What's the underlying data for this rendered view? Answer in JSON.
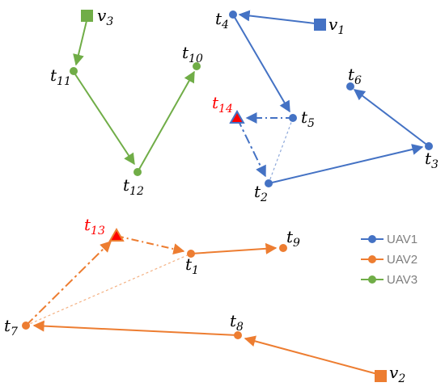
{
  "colors": {
    "uav1": "#4472C4",
    "uav2": "#ED7D31",
    "uav3": "#70AD47",
    "inserted": "#FF0000",
    "label": "#000000",
    "legend_text": "#7F7F7F"
  },
  "labels": {
    "v1": {
      "base": "v",
      "sub": "1"
    },
    "v2": {
      "base": "v",
      "sub": "2"
    },
    "v3": {
      "base": "v",
      "sub": "3"
    },
    "t1": {
      "base": "t",
      "sub": "1"
    },
    "t2": {
      "base": "t",
      "sub": "2"
    },
    "t3": {
      "base": "t",
      "sub": "3"
    },
    "t4": {
      "base": "t",
      "sub": "4"
    },
    "t5": {
      "base": "t",
      "sub": "5"
    },
    "t6": {
      "base": "t",
      "sub": "6"
    },
    "t7": {
      "base": "t",
      "sub": "7"
    },
    "t8": {
      "base": "t",
      "sub": "8"
    },
    "t9": {
      "base": "t",
      "sub": "9"
    },
    "t10": {
      "base": "t",
      "sub": "10"
    },
    "t11": {
      "base": "t",
      "sub": "11"
    },
    "t12": {
      "base": "t",
      "sub": "12"
    },
    "t13": {
      "base": "t",
      "sub": "13"
    },
    "t14": {
      "base": "t",
      "sub": "14"
    }
  },
  "legend": [
    {
      "label": "UAV1",
      "color_key": "uav1"
    },
    {
      "label": "UAV2",
      "color_key": "uav2"
    },
    {
      "label": "UAV3",
      "color_key": "uav3"
    }
  ]
}
